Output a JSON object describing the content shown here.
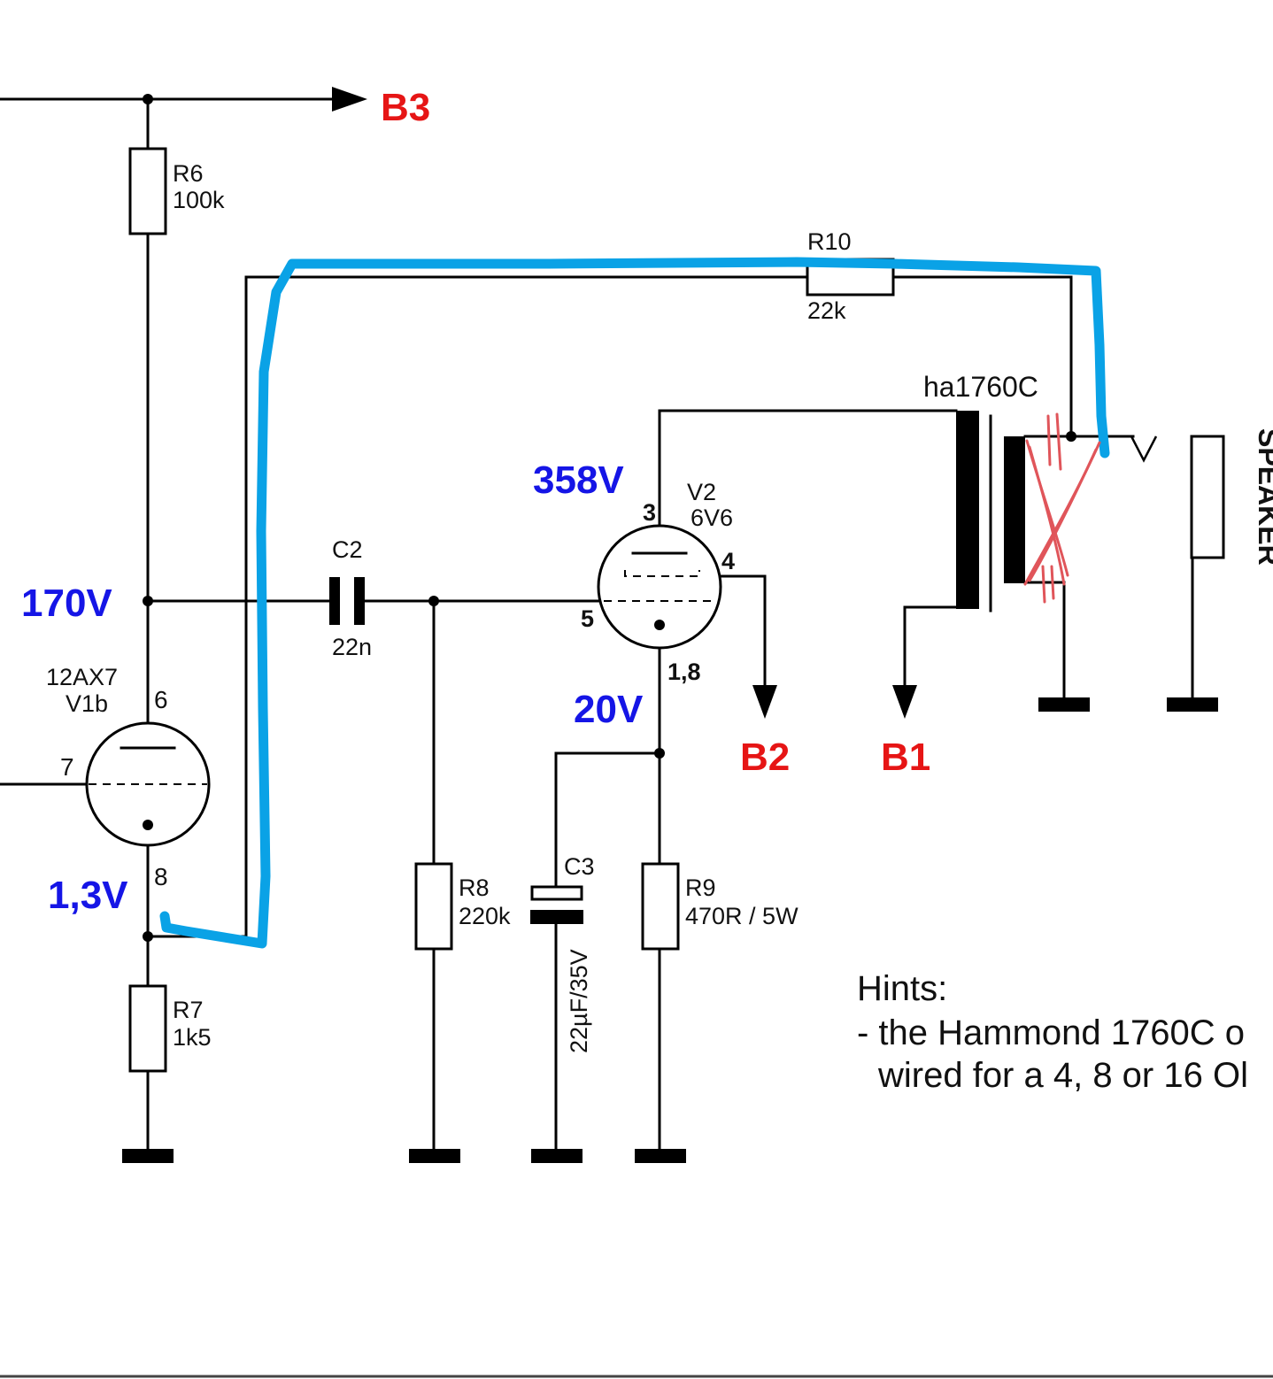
{
  "labels": {
    "r6": {
      "name": "R6",
      "value": "100k"
    },
    "r7": {
      "name": "R7",
      "value": "1k5"
    },
    "r8": {
      "name": "R8",
      "value": "220k"
    },
    "r9": {
      "name": "R9",
      "value": "470R / 5W"
    },
    "r10": {
      "name": "R10",
      "value": "22k"
    },
    "c2": {
      "name": "C2",
      "value": "22n"
    },
    "c3": {
      "name": "C3",
      "value": "22µF/35V"
    },
    "v1b": {
      "type": "12AX7",
      "name": "V1b",
      "pin_plate": "6",
      "pin_grid": "7",
      "pin_cathode": "8"
    },
    "v2": {
      "name": "V2",
      "type": "6V6",
      "pin_plate": "3",
      "pin_screen": "4",
      "pin_grid": "5",
      "pin_cathode": "1,8"
    },
    "transformer": "ha1760C",
    "speaker": "SPEAKER"
  },
  "voltages": {
    "v1_plate": "170V",
    "v1_cathode": "1,3V",
    "v2_plate": "358V",
    "v2_cathode": "20V"
  },
  "supply_rails": {
    "b1": "B1",
    "b2": "B2",
    "b3": "B3"
  },
  "hints": {
    "title": "Hints:",
    "line1": "- the Hammond 1760C o",
    "line2": "wired for a 4, 8 or 16 Ol"
  },
  "colors": {
    "voltage_label": "#1515e6",
    "rail_label": "#e61515",
    "feedback_markup": "#0aa2e6",
    "cross_markup": "#e0555a"
  }
}
